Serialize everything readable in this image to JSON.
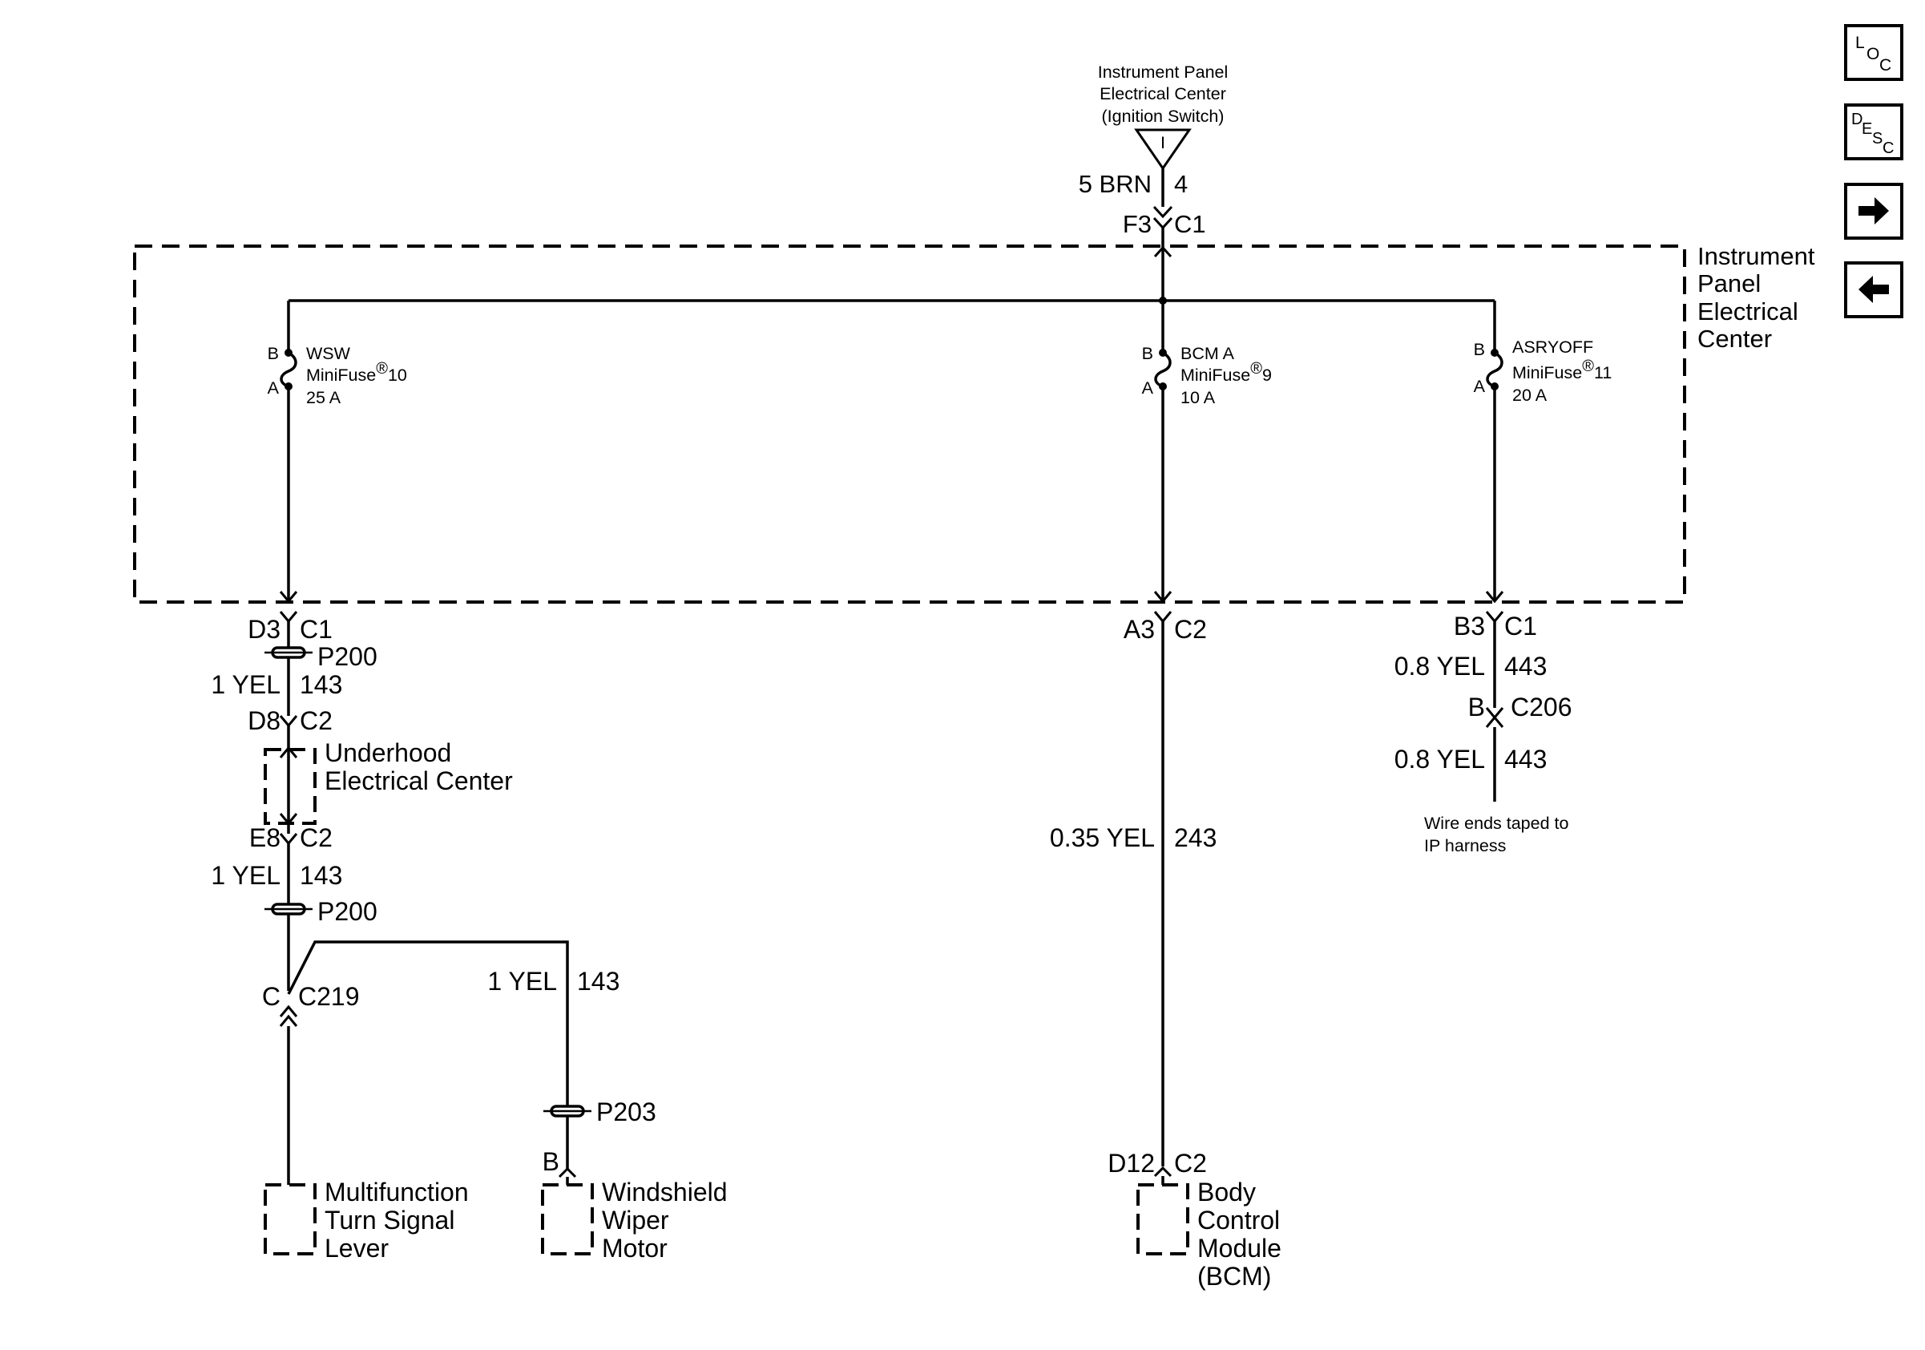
{
  "nav": {
    "loc": {
      "l": "L",
      "o": "O",
      "c": "C"
    },
    "desc": {
      "d": "D",
      "e": "E",
      "s": "S",
      "c": "C"
    },
    "next_icon": "arrow-right-icon",
    "prev_icon": "arrow-left-icon"
  },
  "source": {
    "lines": [
      "Instrument Panel",
      "Electrical Center",
      "(Ignition Switch)"
    ],
    "symbol": "I",
    "wire": "5 BRN",
    "circuit": "4",
    "pin": "F3",
    "connector": "C1"
  },
  "ipec": {
    "lines": [
      "Instrument",
      "Panel",
      "Electrical",
      "Center"
    ]
  },
  "fuses": {
    "wsw": {
      "b": "B",
      "a": "A",
      "name": "WSW",
      "type": "MiniFuse",
      "reg": "®",
      "num": "10",
      "rating": "25 A"
    },
    "bcm": {
      "b": "B",
      "a": "A",
      "name": "BCM A",
      "type": "MiniFuse",
      "reg": "®",
      "num": "9",
      "rating": "10 A"
    },
    "asry": {
      "b": "B",
      "a": "A",
      "name": "ASRYOFF",
      "type": "MiniFuse",
      "reg": "®",
      "num": "11",
      "rating": "20 A"
    }
  },
  "left": {
    "conn1": {
      "pin": "D3",
      "conn": "C1"
    },
    "splice1": "P200",
    "wire1": {
      "size": "1 YEL",
      "circuit": "143"
    },
    "conn2": {
      "pin": "D8",
      "conn": "C2"
    },
    "uec": [
      "Underhood",
      "Electrical Center"
    ],
    "conn3": {
      "pin": "E8",
      "conn": "C2"
    },
    "wire2": {
      "size": "1 YEL",
      "circuit": "143"
    },
    "splice2": "P200",
    "c219": {
      "pin": "C",
      "conn": "C219"
    },
    "branch_wire": {
      "size": "1 YEL",
      "circuit": "143"
    },
    "splice3": "P203",
    "wiper_pin": "B",
    "lever": [
      "Multifunction",
      "Turn Signal",
      "Lever"
    ],
    "wiper": [
      "Windshield",
      "Wiper",
      "Motor"
    ]
  },
  "middle": {
    "conn1": {
      "pin": "A3",
      "conn": "C2"
    },
    "wire": {
      "size": "0.35 YEL",
      "circuit": "243"
    },
    "conn2": {
      "pin": "D12",
      "conn": "C2"
    },
    "bcm": [
      "Body",
      "Control",
      "Module",
      "(BCM)"
    ]
  },
  "right": {
    "conn1": {
      "pin": "B3",
      "conn": "C1"
    },
    "wire1": {
      "size": "0.8 YEL",
      "circuit": "443"
    },
    "c206": {
      "pin": "B",
      "conn": "C206"
    },
    "wire2": {
      "size": "0.8 YEL",
      "circuit": "443"
    },
    "note": [
      "Wire ends taped to",
      "IP harness"
    ]
  }
}
